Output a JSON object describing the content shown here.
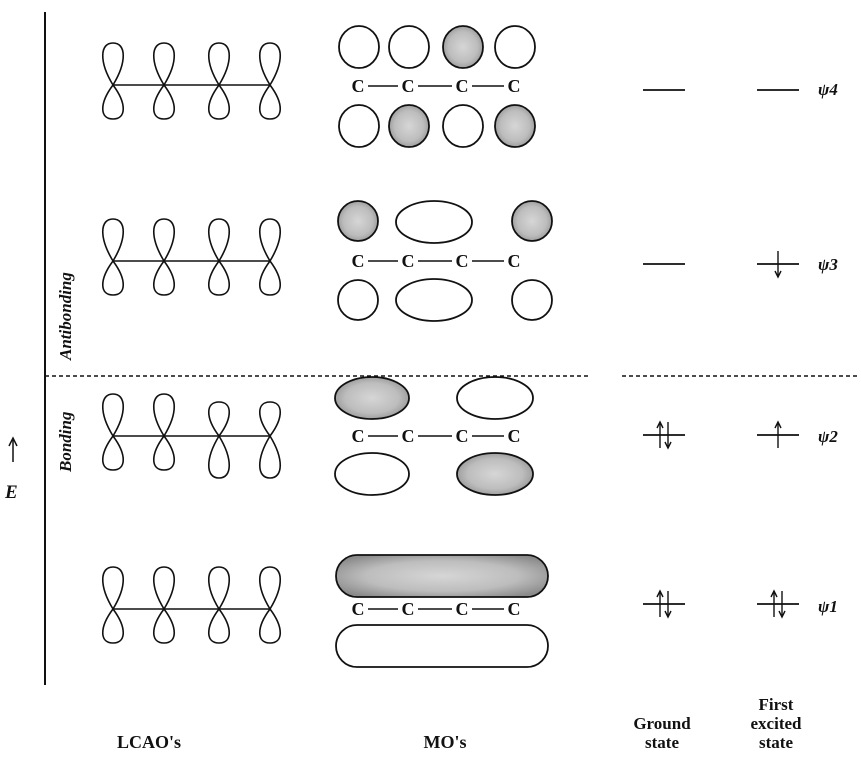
{
  "axis": {
    "energy_label": "E"
  },
  "regions": {
    "antibonding": "Antibonding",
    "bonding": "Bonding"
  },
  "mo_atom_label": "C",
  "orbitals": [
    {
      "name": "ψ4"
    },
    {
      "name": "ψ3"
    },
    {
      "name": "ψ2"
    },
    {
      "name": "ψ1"
    }
  ],
  "columns": {
    "lcao": "LCAO's",
    "mo": "MO's",
    "ground_line1": "Ground",
    "ground_line2": "state",
    "excited_line1": "First",
    "excited_line2": "excited",
    "excited_line3": "state"
  },
  "occupancy": {
    "ground": [
      0,
      0,
      2,
      2
    ],
    "excited": [
      0,
      1,
      1,
      2
    ]
  }
}
